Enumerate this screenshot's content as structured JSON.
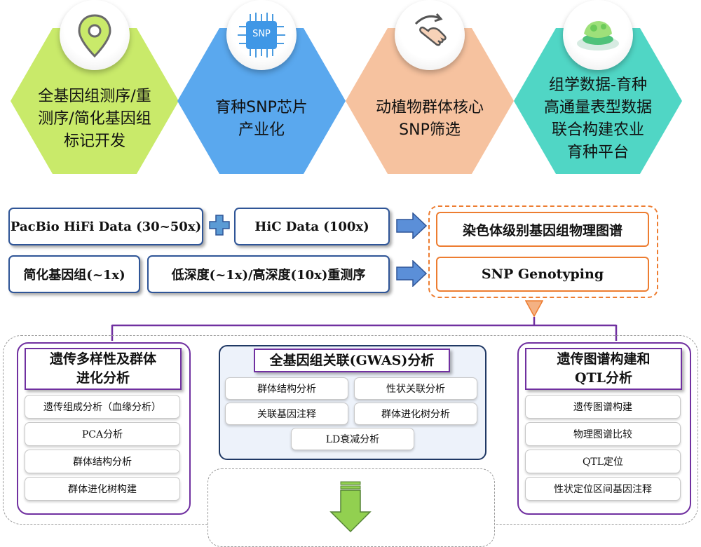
{
  "hexagons": [
    {
      "lines": [
        "全基因组测序/重",
        "测序/简化基因组",
        "标记开发"
      ],
      "color": "#c9ea6a",
      "icon": "location-pin-icon"
    },
    {
      "lines": [
        "育种SNP芯片",
        "产业化"
      ],
      "color": "#5aa8ee",
      "icon": "snp-chip-icon",
      "icon_label": "SNP"
    },
    {
      "lines": [
        "动植物群体核心",
        "SNP筛选"
      ],
      "color": "#f6c29f",
      "icon": "hand-swipe-icon"
    },
    {
      "lines": [
        "组学数据-育种",
        "高通量表型数据",
        "联合构建农业",
        "育种平台"
      ],
      "color": "#50d6c5",
      "icon": "petri-dish-icon"
    }
  ],
  "inputs": {
    "pacbio": "PacBio HiFi Data (30~50x)",
    "hic": "HiC Data (100x)",
    "gbs": "简化基因组(~1x)",
    "reseq": "低深度(~1x)/高深度(10x)重测序"
  },
  "outputs": {
    "chromosome_map": "染色体级别基因组物理图谱",
    "snp_genotyping": "SNP Genotyping"
  },
  "diversity": {
    "title_lines": [
      "遗传多样性及群体",
      "进化分析"
    ],
    "items": [
      "遗传组成分析（血缘分析）",
      "PCA分析",
      "群体结构分析",
      "群体进化树构建"
    ]
  },
  "gwas": {
    "title": "全基因组关联(GWAS)分析",
    "items": [
      "群体结构分析",
      "性状关联分析",
      "关联基因注释",
      "群体进化树分析",
      "LD衰减分析"
    ]
  },
  "qtl": {
    "title_lines": [
      "遗传图谱构建和",
      "QTL分析"
    ],
    "items": [
      "遗传图谱构建",
      "物理图谱比较",
      "QTL定位",
      "性状定位区间基因注释"
    ]
  },
  "colors": {
    "input_border": "#2f5597",
    "output_border": "#ed7d31",
    "panel_border": "#7030a0",
    "arrow_blue": "#4a7fd0",
    "down_arrow_green": "#92d050",
    "funnel_orange": "#f4b183"
  }
}
